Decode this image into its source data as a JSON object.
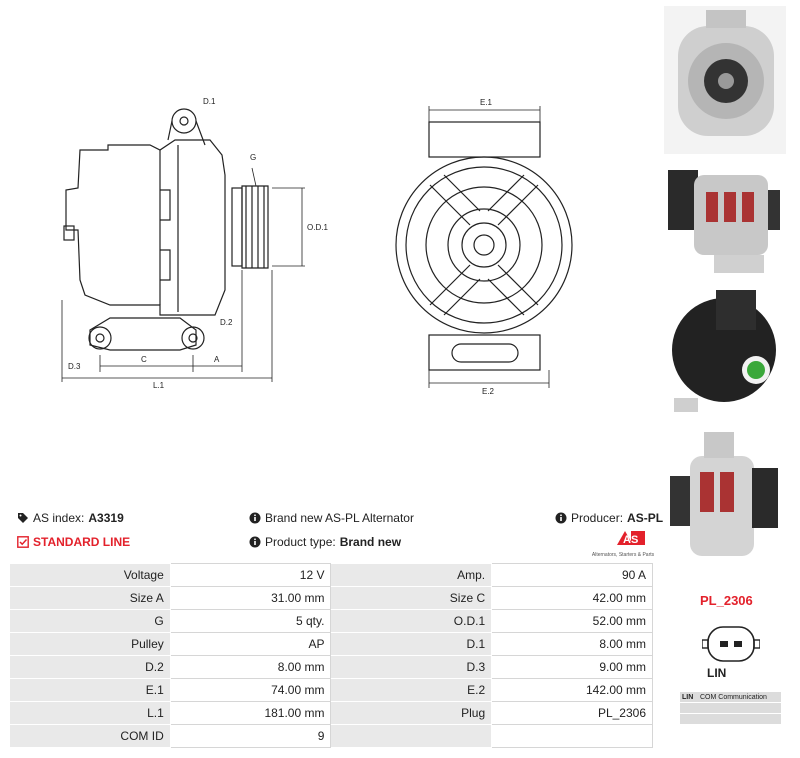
{
  "drawing_labels": {
    "d1": "D.1",
    "g": "G",
    "od1": "O.D.1",
    "d2": "D.2",
    "d3": "D.3",
    "c": "C",
    "a": "A",
    "l1": "L.1",
    "e1": "E.1",
    "e2": "E.2"
  },
  "info": {
    "as_index_label": "AS index:",
    "as_index_value": "A3319",
    "description": "Brand new AS-PL Alternator",
    "producer_label": "Producer:",
    "producer_value": "AS-PL",
    "line": "STANDARD LINE",
    "product_type_label": "Product type:",
    "product_type_value": "Brand new"
  },
  "logo": {
    "text": "AS",
    "tagline": "Alternators, Starters & Parts"
  },
  "specs": [
    [
      "Voltage",
      "12 V",
      "Amp.",
      "90 A"
    ],
    [
      "Size A",
      "31.00 mm",
      "Size C",
      "42.00 mm"
    ],
    [
      "G",
      "5 qty.",
      "O.D.1",
      "52.00 mm"
    ],
    [
      "Pulley",
      "AP",
      "D.1",
      "8.00 mm"
    ],
    [
      "D.2",
      "8.00 mm",
      "D.3",
      "9.00 mm"
    ],
    [
      "E.1",
      "74.00 mm",
      "E.2",
      "142.00 mm"
    ],
    [
      "L.1",
      "181.00 mm",
      "Plug",
      "PL_2306"
    ],
    [
      "COM ID",
      "9",
      "",
      ""
    ]
  ],
  "plug": {
    "code": "PL_2306",
    "type": "LIN"
  },
  "pins": [
    [
      "LIN",
      "COM Communication"
    ],
    [
      "",
      ""
    ],
    [
      "",
      ""
    ]
  ],
  "icons": {
    "as_index": "tags-icon",
    "info": "info-circle-icon",
    "line": "check-square-icon"
  },
  "colors": {
    "accent": "#e3212b",
    "label_bg": "#e9e9e9"
  }
}
